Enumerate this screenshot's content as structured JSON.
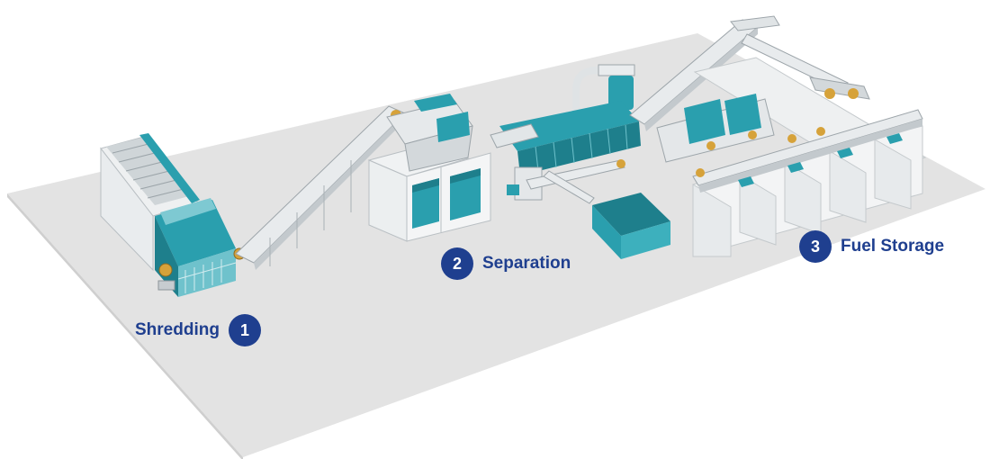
{
  "stages": [
    {
      "number": "1",
      "label": "Shredding"
    },
    {
      "number": "2",
      "label": "Separation"
    },
    {
      "number": "3",
      "label": "Fuel Storage"
    }
  ],
  "colors": {
    "stage_badge": "#1f3f8f",
    "stage_label": "#1f3f8f",
    "machine_teal": "#2a9fae",
    "machine_teal_dark": "#1e7f8c",
    "steel": "#d9dde0",
    "floor": "#e2e2e2"
  },
  "icons": {
    "motor": "motor-icon",
    "cyclone": "cyclone-filter-icon"
  }
}
